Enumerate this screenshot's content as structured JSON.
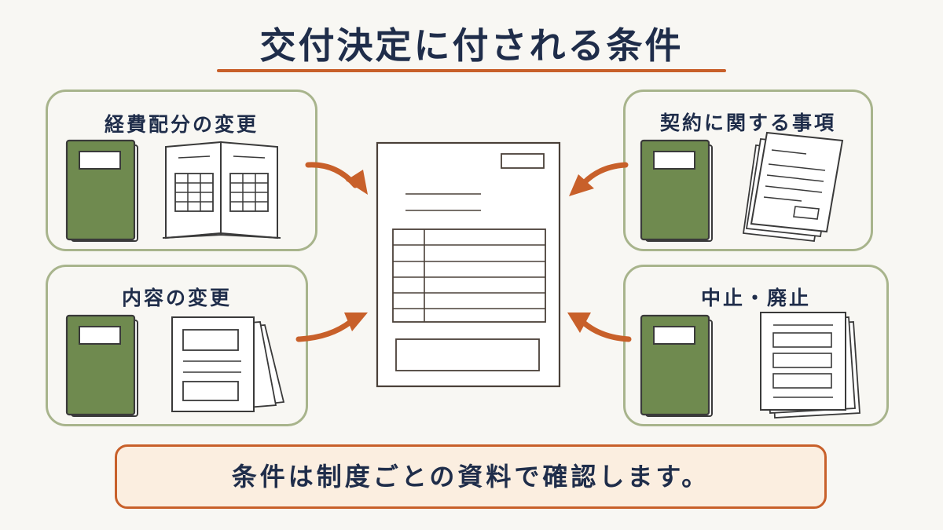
{
  "title": "交付決定に付される条件",
  "panels": {
    "top_left": {
      "label": "経費配分の変更"
    },
    "bottom_left": {
      "label": "内容の変更"
    },
    "top_right": {
      "label": "契約に関する事項"
    },
    "bottom_right": {
      "label": "中止・廃止"
    }
  },
  "footer": {
    "text": "条件は制度ごとの資料で確認します。"
  },
  "colors": {
    "accent": "#c8602a",
    "book_green": "#6f8a4f",
    "panel_border": "#a8b48c",
    "navy_text": "#1f2d4a",
    "banner_bg": "#fbeee0"
  }
}
